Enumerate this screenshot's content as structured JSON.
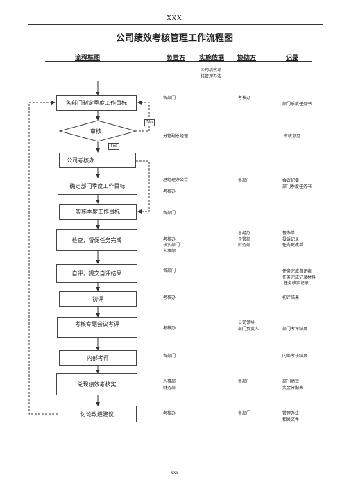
{
  "header": {
    "mark": "XXX"
  },
  "title": "公司绩效考核管理工作流程图",
  "columns": {
    "flowchart": "流程框图",
    "owner": "负责方",
    "basis": "实施依据",
    "assist": "协助方",
    "record": "记录"
  },
  "basis_note": "公司绩效考\n核管理办法",
  "flow": {
    "step1": "各部门制定季度工作目标",
    "decision": "审核",
    "no_label": "No",
    "yes_label": "Yes",
    "step2": "公司考核办",
    "step3": "确定部门季度工作目标",
    "step4": "实施季度工作目标",
    "step5": "检查，督促任务完成",
    "step6": "自评，提交自评结果",
    "step7": "初评",
    "step8": "考核专题会议考评",
    "step9": "内部考评",
    "step10": "兑现绩效考核奖",
    "step11": "讨论改进建议"
  },
  "rows": [
    {
      "owner": "各部门",
      "assist": "考核办",
      "record": "\n部门季度任务书"
    },
    {
      "owner": "分管副总经理",
      "assist": "",
      "record": " 审核意见"
    },
    {
      "owner": "总经理办公会\n\n考核办",
      "assist": "各部门",
      "record": "会议纪要\n部门季度任务书"
    },
    {
      "owner": "各部门",
      "assist": "",
      "record": ""
    },
    {
      "owner": "\n考核办\n核实部门\n人事部",
      "assist": "总经办\n企管部\n财务部",
      "record": "督办单\n投诉记录\n任务更改单"
    },
    {
      "owner": "各部门",
      "assist": "",
      "record": "任务完成自评表\n任务完成记录材料\n 任务核实记录"
    },
    {
      "owner": "考核办",
      "assist": "",
      "record": "初评结果"
    },
    {
      "owner": "\n考核办",
      "assist": "公司领导\n部门负责人",
      "record": "\n部门考评结果"
    },
    {
      "owner": "各部门",
      "assist": "",
      "record": "内部考核结果"
    },
    {
      "owner": "人事部\n财务部",
      "assist": "各部门",
      "record": "部门绩效\n奖金分配表"
    },
    {
      "owner": "考核办",
      "assist": "各部门",
      "record": "管理办法\n相关文件"
    }
  ],
  "footer": {
    "mark": "XXX"
  }
}
